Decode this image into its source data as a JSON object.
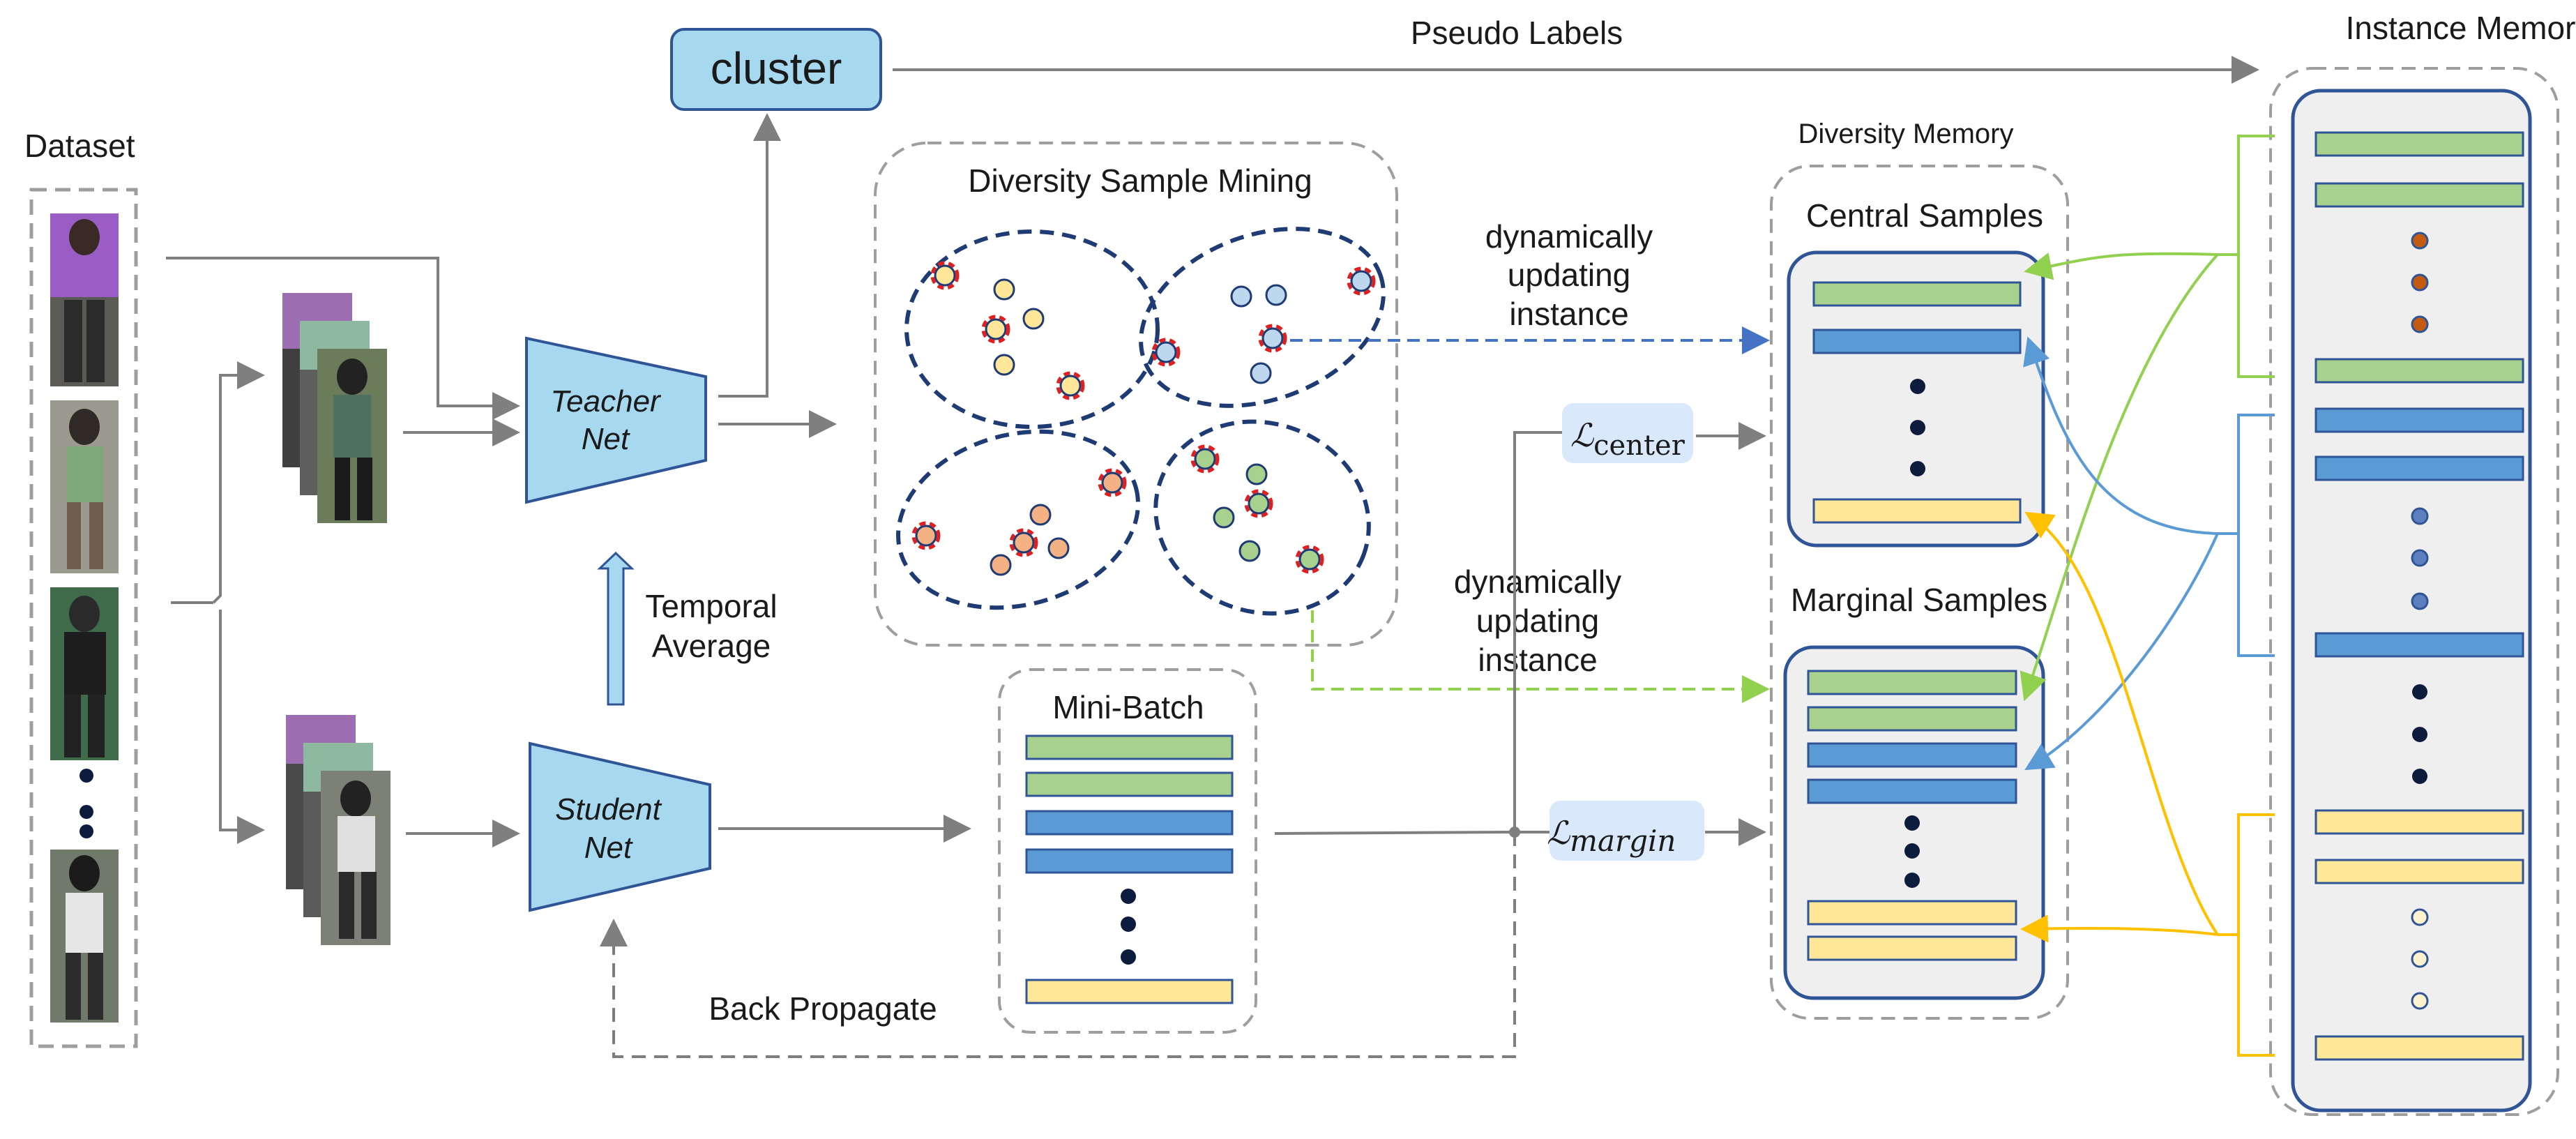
{
  "labels": {
    "dataset": "Dataset",
    "cluster": "cluster",
    "pseudo_labels": "Pseudo Labels",
    "instance_memory": "Instance Memory",
    "diversity_memory": "Diversity Memory",
    "diversity_sample_mining": "Diversity Sample Mining",
    "central_samples": "Central Samples",
    "marginal_samples": "Marginal Samples",
    "dyn_upd_1": [
      "dynamically",
      "updating",
      "instance"
    ],
    "dyn_upd_2": [
      "dynamically",
      "updating",
      "instance"
    ],
    "teacher_net": [
      "Teacher",
      "Net"
    ],
    "student_net": [
      "Student",
      "Net"
    ],
    "temporal_average": [
      "Temporal",
      "Average"
    ],
    "mini_batch": "Mini-Batch",
    "back_propagate": "Back Propagate",
    "loss_center_symbol": "ℒ",
    "loss_center_sub": "center",
    "loss_margin_symbol": "ℒ",
    "loss_margin_sub": "margin"
  },
  "colors": {
    "green_bar": "#a9d18e",
    "blue_bar": "#5b9bd5",
    "yellow_bar": "#ffe699",
    "net_fill": "#a6d8f0",
    "net_stroke": "#2f5597",
    "loss_bg": "#dae8fc",
    "memory_fill": "#efefef",
    "dashed_cluster": "#1f3b73",
    "marker_red": "#e02020",
    "arrow_gray": "#7f7f7f",
    "arrow_blue": "#4472c4",
    "arrow_green": "#92d050",
    "arrow_yellow": "#ffc000"
  },
  "icons": {
    "person_crop": "person-silhouette",
    "dots": "vertical-ellipsis"
  }
}
